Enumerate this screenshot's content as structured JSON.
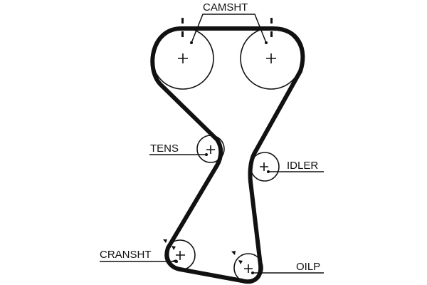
{
  "diagram": {
    "title": "Timing belt routing diagram",
    "colors": {
      "belt": "#111111",
      "background": "#ffffff",
      "line": "#111111"
    },
    "pulleys": [
      {
        "id": "camshaft-left",
        "label": "CAMSHT"
      },
      {
        "id": "camshaft-right",
        "label": "CAMSHT"
      },
      {
        "id": "tensioner",
        "label": "TENS"
      },
      {
        "id": "idler",
        "label": "IDLER"
      },
      {
        "id": "crankshaft",
        "label": "CRANSHT"
      },
      {
        "id": "oil-pump",
        "label": "OILP"
      }
    ],
    "labels": {
      "camshaft": "CAMSHT",
      "tensioner": "TENS",
      "idler": "IDLER",
      "crankshaft": "CRANSHT",
      "oil_pump": "OILP"
    }
  }
}
